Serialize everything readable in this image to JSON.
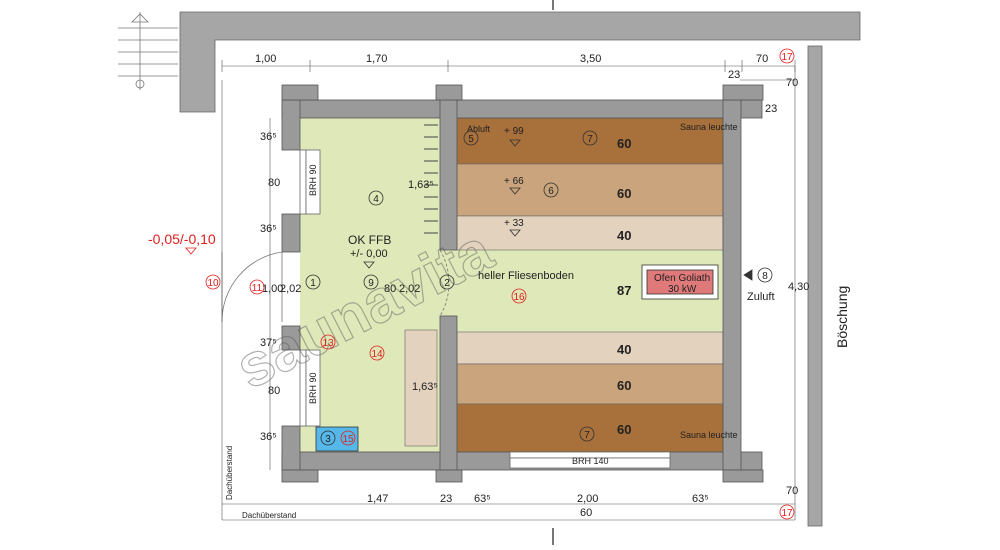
{
  "dims_top": {
    "d1": "1,00",
    "d2": "1,70",
    "d3": "3,50",
    "d4": "70",
    "d5": "23",
    "d6": "23",
    "d7": "70"
  },
  "dims_left": {
    "a": "36⁵",
    "b": "80",
    "c": "36⁵",
    "d": "1,00",
    "e": "37⁵",
    "f": "80",
    "g": "36⁵",
    "h": "2,02"
  },
  "dims_bottom": {
    "a": "1,47",
    "b": "23",
    "c": "63⁵",
    "d": "2,00",
    "e": "63⁵",
    "f": "60",
    "g": "70"
  },
  "dims_right": {
    "a": "4,30",
    "b": "87"
  },
  "dims_inner": {
    "h1": "1,63⁵",
    "h2": "1,63⁵",
    "v80": "80",
    "v202": "2,02"
  },
  "bench_heights": {
    "h1": "60",
    "h2": "60",
    "h3": "40",
    "h4": "40",
    "h5": "60",
    "h6": "60"
  },
  "labels": {
    "ok_ffb": "OK FFB",
    "ok_val": "+/- 0,00",
    "level": "-0,05/-0,10",
    "floor": "heller Fliesenboden",
    "abluft": "Abluft",
    "zuluft": "Zuluft",
    "lamp_top": "Sauna leuchte",
    "lamp_bottom": "Sauna leuchte",
    "oven1": "Ofen Goliath",
    "oven2": "30 kW",
    "brh90a": "BRH 90",
    "brh90b": "BRH 90",
    "brh140": "BRH 140",
    "boeschung": "Böschung",
    "dach1": "Dachüberstand",
    "dach2": "Dachüberstand",
    "h99": "+ 99",
    "h66": "+ 66",
    "h33": "+ 33",
    "watermark": "saunavita"
  },
  "markers": {
    "m1": "1",
    "m2": "2",
    "m3": "3",
    "m4": "4",
    "m5": "5",
    "m6": "6",
    "m7a": "7",
    "m7b": "7",
    "m8": "8",
    "m9": "9",
    "r10": "10",
    "r11": "11",
    "r13": "13",
    "r14": "14",
    "r15": "15",
    "r16": "16",
    "r17a": "17",
    "r17b": "17"
  },
  "colors": {
    "wall": "#9a9a9a",
    "floor": "#dfe8b8",
    "bench_dark": "#a8703a",
    "bench_mid": "#c9a47c",
    "bench_light": "#e3d2bd",
    "oven": "#e07a7a",
    "pool": "#55b8e8",
    "red": "#e02020"
  }
}
